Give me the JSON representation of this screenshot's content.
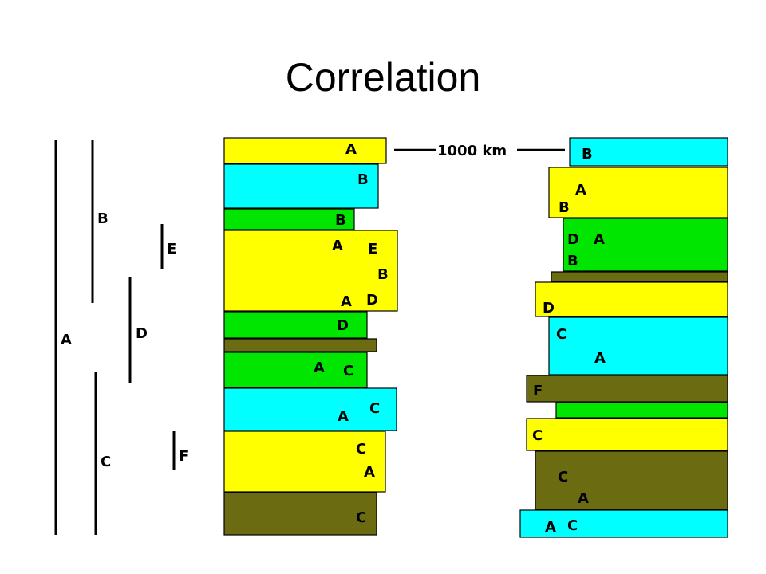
{
  "title": "Correlation",
  "colors": {
    "yellow": "#ffff00",
    "cyan": "#00ffff",
    "green": "#00e600",
    "olive": "#6b6b12"
  },
  "range_key": [
    {
      "label": "A"
    },
    {
      "label": "B"
    },
    {
      "label": "E"
    },
    {
      "label": "D"
    },
    {
      "label": "C"
    },
    {
      "label": "F"
    }
  ],
  "distance_label": "1000 km",
  "left_column": [
    {
      "color": "yellow",
      "fossils": [
        "A"
      ]
    },
    {
      "color": "cyan",
      "fossils": [
        "B"
      ]
    },
    {
      "color": "green",
      "fossils": [
        "B"
      ]
    },
    {
      "color": "yellow",
      "fossils": [
        "A",
        "E",
        "B",
        "A",
        "D"
      ]
    },
    {
      "color": "green",
      "fossils": [
        "D"
      ]
    },
    {
      "color": "olive",
      "fossils": []
    },
    {
      "color": "green",
      "fossils": [
        "A",
        "C"
      ]
    },
    {
      "color": "cyan",
      "fossils": [
        "A",
        "C"
      ]
    },
    {
      "color": "yellow",
      "fossils": [
        "C",
        "A"
      ]
    },
    {
      "color": "olive",
      "fossils": [
        "C"
      ]
    }
  ],
  "right_column": [
    {
      "color": "cyan",
      "fossils": [
        "B"
      ]
    },
    {
      "color": "yellow",
      "fossils": [
        "A",
        "B"
      ]
    },
    {
      "color": "green",
      "fossils": [
        "D",
        "A",
        "B"
      ]
    },
    {
      "color": "olive",
      "fossils": []
    },
    {
      "color": "yellow",
      "fossils": [
        "D"
      ]
    },
    {
      "color": "cyan",
      "fossils": [
        "C",
        "A"
      ]
    },
    {
      "color": "olive",
      "fossils": [
        "F"
      ]
    },
    {
      "color": "green",
      "fossils": []
    },
    {
      "color": "yellow",
      "fossils": [
        "C"
      ]
    },
    {
      "color": "olive",
      "fossils": [
        "C",
        "A"
      ]
    },
    {
      "color": "cyan",
      "fossils": [
        "A",
        "C"
      ]
    }
  ]
}
